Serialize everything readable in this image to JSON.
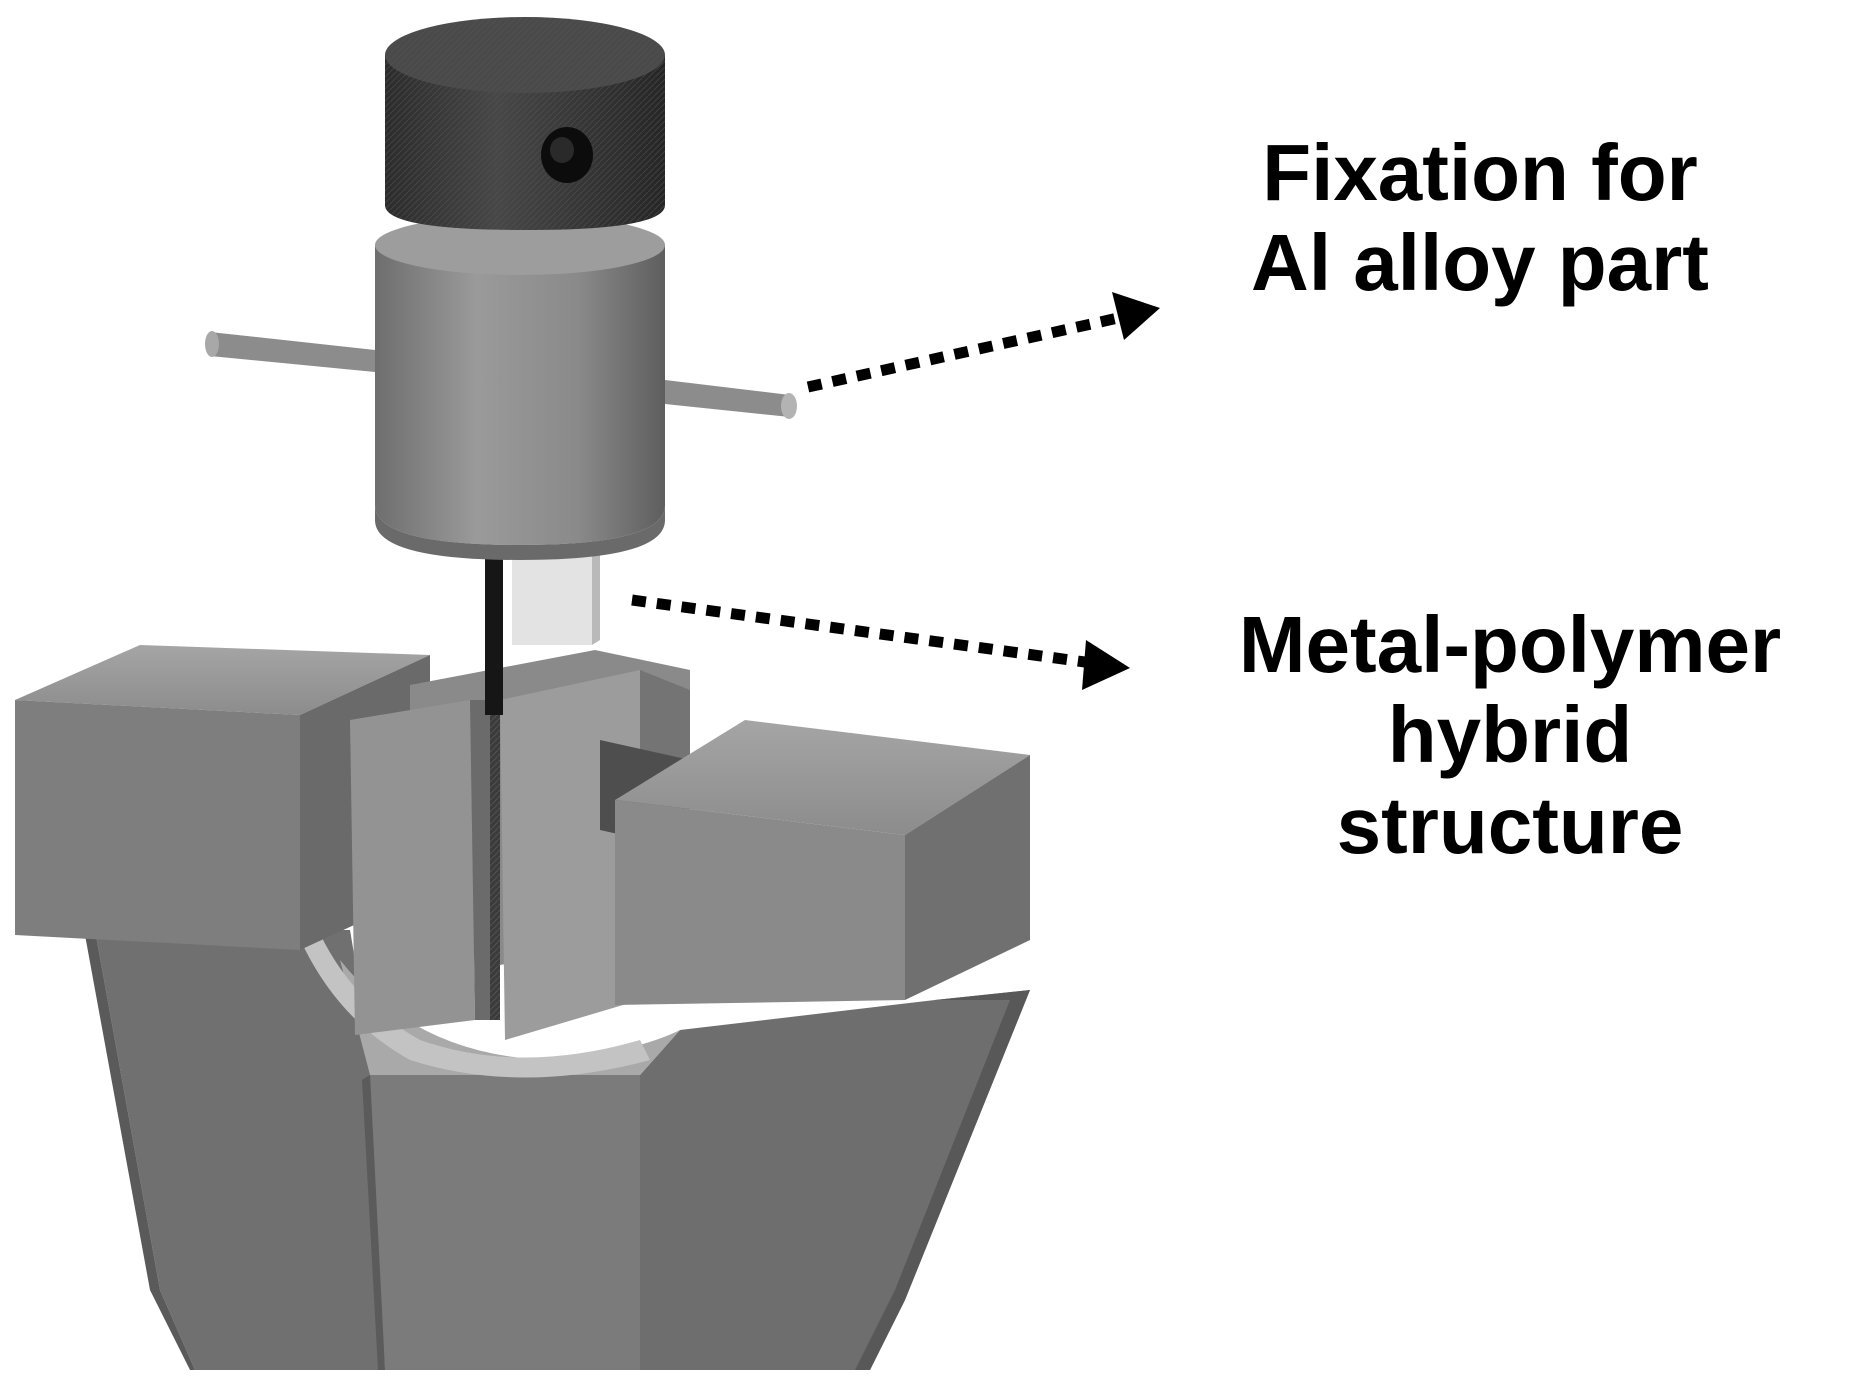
{
  "labels": {
    "fixation": {
      "line1": "Fixation for",
      "line2": "Al alloy part"
    },
    "specimen": {
      "line1": "Metal-polymer",
      "line2": "hybrid",
      "line3": "structure"
    }
  },
  "colors": {
    "background": "#ffffff",
    "metal_light": "#8f8f8f",
    "metal_mid": "#7a7a7a",
    "metal_dark": "#5c5c5c",
    "knurled_cap": "#3a3a3a",
    "polymer_strip": "#e2e2e2",
    "arrow": "#000000"
  }
}
